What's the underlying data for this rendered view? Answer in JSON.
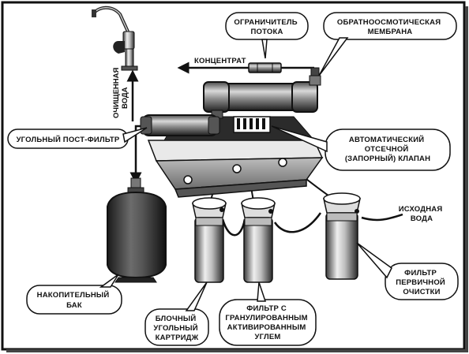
{
  "labels": {
    "flow_limiter": [
      "ОГРАНИЧИТЕЛЬ",
      "ПОТОКА"
    ],
    "ro_membrane": [
      "ОБРАТНООСМОТИЧЕСКАЯ",
      "МЕМБРАНА"
    ],
    "concentrate": [
      "КОНЦЕНТРАТ"
    ],
    "purified_water": [
      "ОЧИЩЕННАЯ",
      "ВОДА"
    ],
    "carbon_post_filter": [
      "УГОЛЬНЫЙ ПОСТ-ФИЛЬТР"
    ],
    "shutoff_valve": [
      "АВТОМАТИЧЕСКИЙ",
      "ОТСЕЧНОЙ",
      "(ЗАПОРНЫЙ) КЛАПАН"
    ],
    "source_water": [
      "ИСХОДНАЯ",
      "ВОДА"
    ],
    "storage_tank": [
      "НАКОПИТЕЛЬНЫЙ",
      "БАК"
    ],
    "block_carbon": [
      "БЛОЧНЫЙ",
      "УГОЛЬНЫЙ",
      "КАРТРИДЖ"
    ],
    "granular_carbon": [
      "ФИЛЬТР С",
      "ГРАНУЛИРОВАННЫМ",
      "АКТИВИРОВАННЫМ",
      "УГЛЕМ"
    ],
    "prefilter": [
      "ФИЛЬТР",
      "ПЕРВИЧНОЙ",
      "ОЧИСТКИ"
    ]
  },
  "colors": {
    "ink": "#111111",
    "metal_dark": "#2b2b2b",
    "metal_mid": "#8a8a8a",
    "metal_light": "#e6e6e6",
    "bubble_fill": "#ffffff"
  }
}
